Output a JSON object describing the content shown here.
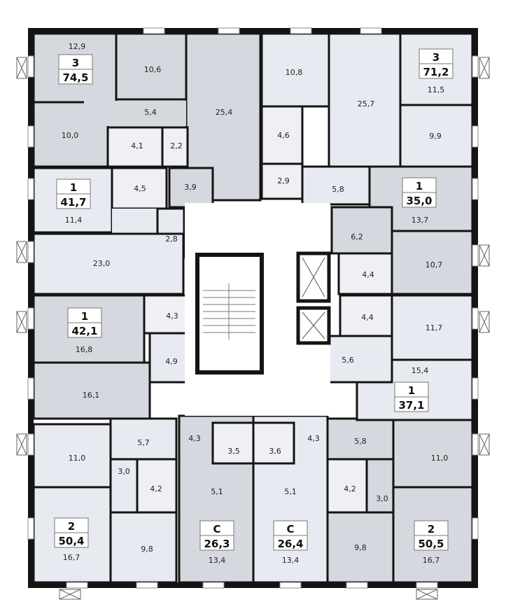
{
  "colors": {
    "apartment_dark": "#d5d8de",
    "apartment_light": "#e7eaf0",
    "walls": "#141414",
    "common_area": "#ffffff"
  },
  "apartments": [
    {
      "rooms": "3",
      "total": "74,5",
      "areas": [
        "12,9",
        "10,6",
        "25,4",
        "10,0",
        "5,4",
        "4,1",
        "2,2",
        "3,9"
      ]
    },
    {
      "rooms": "1",
      "total": "41,7",
      "areas": [
        "11,4",
        "4,5",
        "2,8",
        "23,0"
      ]
    },
    {
      "rooms": "1",
      "total": "42,1",
      "areas": [
        "16,8",
        "4,3",
        "4,9",
        "16,1"
      ]
    },
    {
      "rooms": "2",
      "total": "50,4",
      "areas": [
        "11,0",
        "16,7",
        "5,7",
        "3,0",
        "4,2",
        "9,8"
      ]
    },
    {
      "rooms": "С",
      "total": "26,3",
      "areas": [
        "4,3",
        "3,5",
        "5,1",
        "13,4"
      ]
    },
    {
      "rooms": "С",
      "total": "26,4",
      "areas": [
        "4,3",
        "3,6",
        "5,1",
        "13,4"
      ]
    },
    {
      "rooms": "2",
      "total": "50,5",
      "areas": [
        "5,8",
        "4,2",
        "3,0",
        "9,8",
        "11,0",
        "16,7"
      ]
    },
    {
      "rooms": "1",
      "total": "37,1",
      "areas": [
        "15,4",
        "11,7",
        "5,6",
        "4,4"
      ]
    },
    {
      "rooms": "1",
      "total": "35,0",
      "areas": [
        "13,7",
        "6,2",
        "10,7",
        "4,4"
      ]
    },
    {
      "rooms": "3",
      "total": "71,2",
      "areas": [
        "10,8",
        "25,7",
        "11,5",
        "9,9",
        "4,6",
        "2,9",
        "5,8"
      ]
    }
  ]
}
